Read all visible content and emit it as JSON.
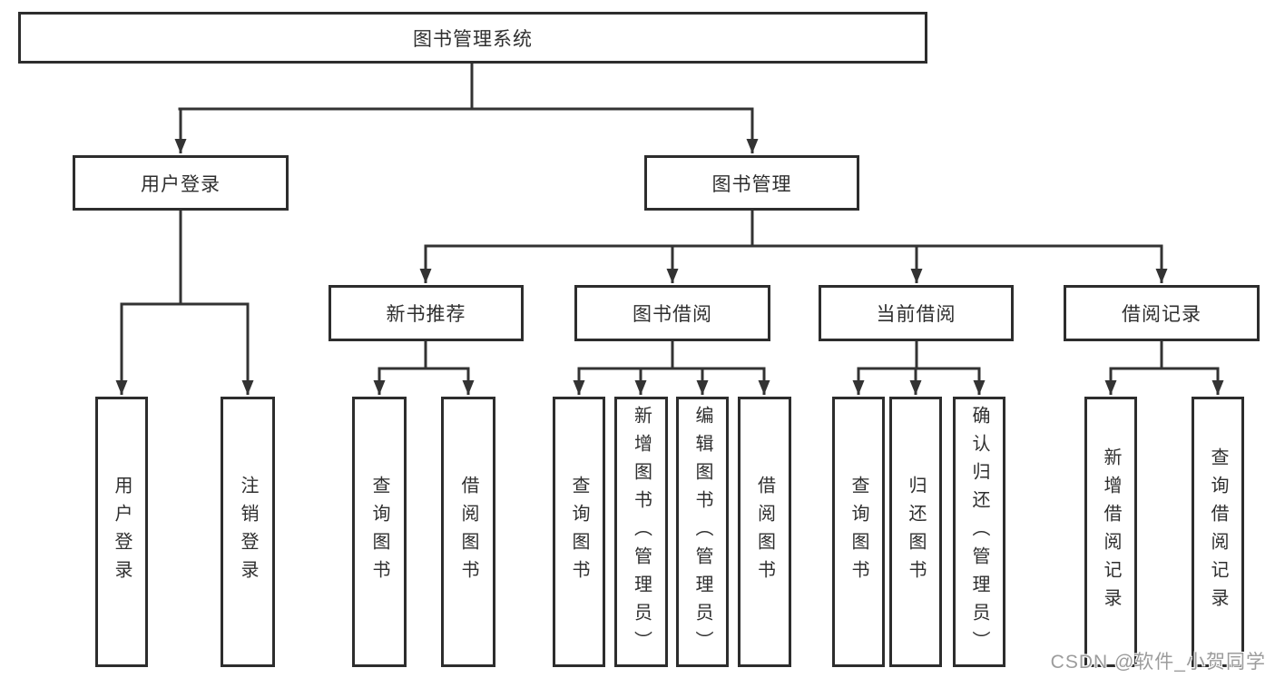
{
  "diagram": {
    "root": {
      "label": "图书管理系统"
    },
    "level2": [
      {
        "label": "用户登录",
        "children": [
          {
            "label": "用户登录"
          },
          {
            "label": "注销登录"
          }
        ]
      },
      {
        "label": "图书管理",
        "children": [
          {
            "label": "新书推荐",
            "children": [
              {
                "label": "查询图书"
              },
              {
                "label": "借阅图书"
              }
            ]
          },
          {
            "label": "图书借阅",
            "children": [
              {
                "label": "查询图书"
              },
              {
                "label": "新增图书（管理员）"
              },
              {
                "label": "编辑图书（管理员）"
              },
              {
                "label": "借阅图书"
              }
            ]
          },
          {
            "label": "当前借阅",
            "children": [
              {
                "label": "查询图书"
              },
              {
                "label": "归还图书"
              },
              {
                "label": "确认归还（管理员）"
              }
            ]
          },
          {
            "label": "借阅记录",
            "children": [
              {
                "label": "新增借阅记录"
              },
              {
                "label": "查询借阅记录"
              }
            ]
          }
        ]
      }
    ]
  },
  "watermark": {
    "text": "CSDN @软件_小贺同学"
  },
  "colors": {
    "line": "#333333",
    "box_border": "#2d2d2d",
    "text": "#2f2f2f",
    "watermark": "#9c9c9c",
    "background": "#ffffff"
  }
}
